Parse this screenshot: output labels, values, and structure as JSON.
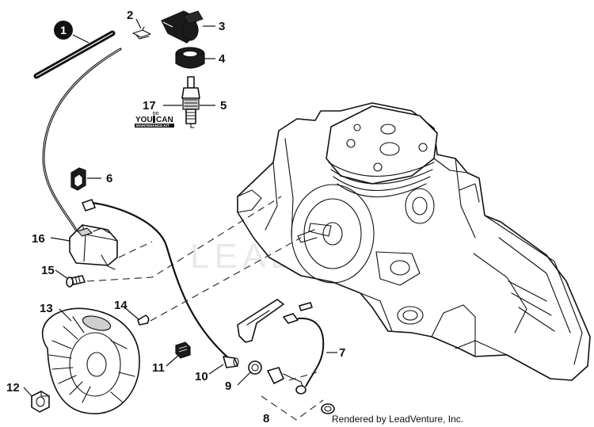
{
  "diagram": {
    "watermark": "LEADVENTURE",
    "credit": "Rendered by LeadVenture, Inc.",
    "kit_badge": {
      "line1": "YOU",
      "line2": "CAN",
      "line3": "MAINTENANCE KIT",
      "small_top": "DO"
    },
    "callouts": [
      {
        "id": "1",
        "label": "1",
        "highlight": true
      },
      {
        "id": "2",
        "label": "2"
      },
      {
        "id": "3",
        "label": "3"
      },
      {
        "id": "4",
        "label": "4"
      },
      {
        "id": "5",
        "label": "5"
      },
      {
        "id": "6",
        "label": "6"
      },
      {
        "id": "7",
        "label": "7"
      },
      {
        "id": "8",
        "label": "8"
      },
      {
        "id": "9",
        "label": "9"
      },
      {
        "id": "10",
        "label": "10"
      },
      {
        "id": "11",
        "label": "11"
      },
      {
        "id": "12",
        "label": "12"
      },
      {
        "id": "13",
        "label": "13"
      },
      {
        "id": "14",
        "label": "14"
      },
      {
        "id": "15",
        "label": "15"
      },
      {
        "id": "16",
        "label": "16"
      },
      {
        "id": "17",
        "label": "17"
      }
    ]
  }
}
